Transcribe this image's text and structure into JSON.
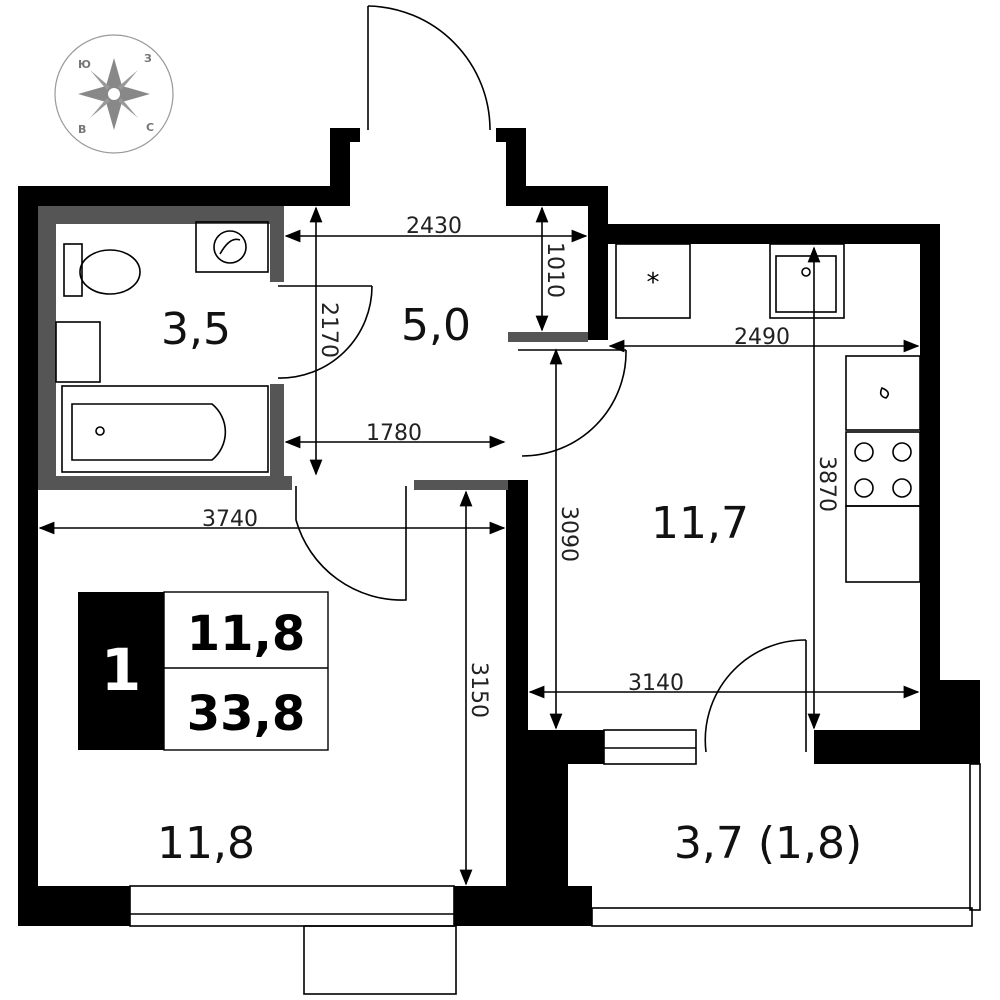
{
  "compass": {
    "letters": {
      "top_left": "Ю",
      "top_right": "З",
      "bottom_left": "В",
      "bottom_right": "С"
    }
  },
  "rooms": {
    "bathroom": "3,5",
    "hall": "5,0",
    "kitchen": "11,7",
    "living": "11,8",
    "balcony": "3,7 (1,8)"
  },
  "dimensions": {
    "hall_width": "2430",
    "hall_depth_top": "1010",
    "bath_height": "2170",
    "hall_lower": "1780",
    "room_width": "3740",
    "room_height": "3150",
    "kitchen_top": "2490",
    "kitchen_height": "3090",
    "kitchen_full": "3870",
    "kitchen_width": "3140"
  },
  "summary": {
    "rooms_count": "1",
    "living_area": "11,8",
    "total_area": "33,8"
  }
}
